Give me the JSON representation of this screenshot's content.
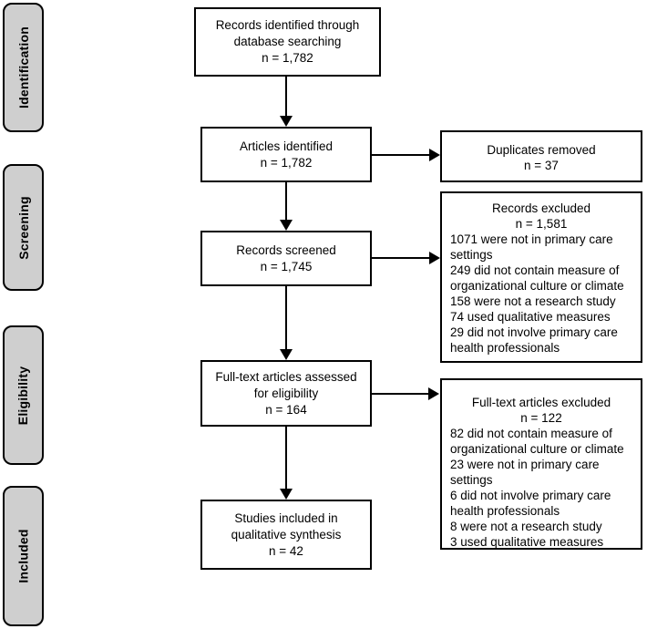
{
  "colors": {
    "box_border": "#000000",
    "box_fill": "#ffffff",
    "sidebar_fill": "#cfcfcf",
    "text": "#000000"
  },
  "diagram": {
    "stage_labels": [
      "Identification",
      "Screening",
      "Eligibility",
      "Included"
    ],
    "main_boxes": [
      {
        "text": "Records identified through\ndatabase searching\nn = 1,782"
      },
      {
        "text": "Articles identified\nn = 1,782"
      },
      {
        "text": "Records screened\nn = 1,745"
      },
      {
        "text": "Full-text articles assessed\nfor eligibility\nn = 164"
      },
      {
        "text": "Studies included in\nqualitative synthesis\nn = 42"
      }
    ],
    "side_boxes": [
      {
        "title": "Duplicates removed",
        "count": "n = 37",
        "reasons": []
      },
      {
        "title": "Records excluded",
        "count": "n = 1,581",
        "reasons": [
          "1071 were not in primary care settings",
          "249 did not contain measure of organizational culture or climate",
          "158 were not a research study",
          "74 used qualitative measures",
          "29 did not involve primary care health professionals"
        ]
      },
      {
        "title": "Full-text articles excluded",
        "count": "n = 122",
        "reasons": [
          "82 did not contain measure of organizational culture or climate",
          "23 were not in primary care settings",
          "6 did not involve primary care health professionals",
          "8 were not a research study",
          "3 used qualitative measures"
        ]
      }
    ]
  }
}
